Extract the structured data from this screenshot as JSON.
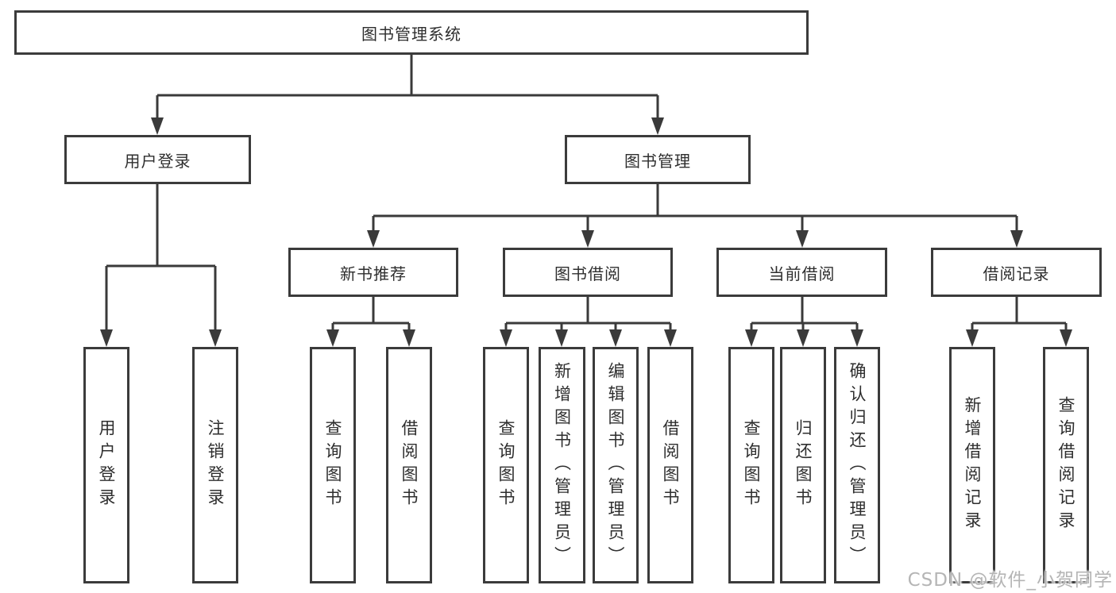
{
  "tree": {
    "root": "图书管理系统",
    "branches": [
      {
        "label": "用户登录",
        "children": [
          "用户登录",
          "注销登录"
        ]
      },
      {
        "label": "图书管理",
        "sections": [
          {
            "label": "新书推荐",
            "children": [
              "查询图书",
              "借阅图书"
            ]
          },
          {
            "label": "图书借阅",
            "children": [
              "查询图书",
              "新增图书（管理员）",
              "编辑图书（管理员）",
              "借阅图书"
            ]
          },
          {
            "label": "当前借阅",
            "children": [
              "查询图书",
              "归还图书",
              "确认归还（管理员）"
            ]
          },
          {
            "label": "借阅记录",
            "children": [
              "新增借阅记录",
              "查询借阅记录"
            ]
          }
        ]
      }
    ]
  },
  "colors": {
    "line": "#3a3a3a",
    "box_border": "#3b3b3b",
    "box_fill": "#ffffff",
    "text": "#2e2e2e",
    "watermark": "#b1b1b1"
  },
  "watermark": "CSDN @软件_小贺同学"
}
